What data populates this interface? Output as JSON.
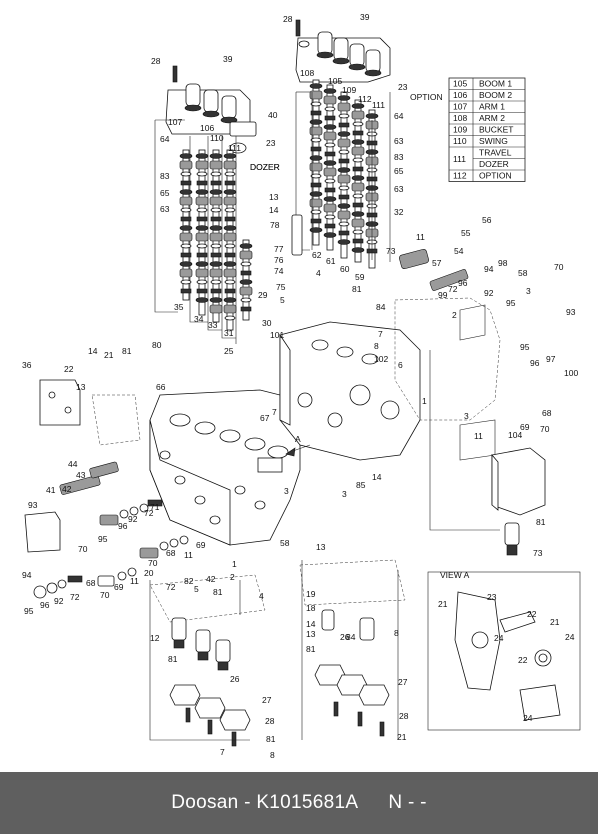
{
  "legend": {
    "rows": [
      {
        "code": "105",
        "name": "BOOM 1"
      },
      {
        "code": "106",
        "name": "BOOM 2"
      },
      {
        "code": "107",
        "name": "ARM 1"
      },
      {
        "code": "108",
        "name": "ARM 2"
      },
      {
        "code": "109",
        "name": "BUCKET"
      },
      {
        "code": "110",
        "name": "SWING"
      },
      {
        "code": "111",
        "name": "TRAVEL"
      },
      {
        "code": "111",
        "name": "DOZER"
      },
      {
        "code": "112",
        "name": "OPTION"
      }
    ]
  },
  "labels": {
    "option": "OPTION",
    "dozer": "DOZER",
    "view_a": "VIEW A",
    "arrow_a": "A"
  },
  "callouts": [
    "28",
    "39",
    "28",
    "39",
    "40",
    "23",
    "107",
    "106",
    "110",
    "111",
    "64",
    "83",
    "65",
    "63",
    "DOZER",
    "108",
    "105",
    "109",
    "112",
    "111",
    "64",
    "63",
    "83",
    "65",
    "63",
    "32",
    "62",
    "61",
    "60",
    "59",
    "23",
    "13",
    "14",
    "78",
    "77",
    "76",
    "74",
    "75",
    "4",
    "5",
    "81",
    "7",
    "84",
    "73",
    "11",
    "55",
    "54",
    "57",
    "56",
    "58",
    "98",
    "94",
    "70",
    "93",
    "99",
    "72",
    "96",
    "95",
    "92",
    "3",
    "95",
    "97",
    "100",
    "96",
    "69",
    "68",
    "70",
    "2",
    "35",
    "34",
    "33",
    "31",
    "29",
    "30",
    "101",
    "36",
    "22",
    "13",
    "14",
    "21",
    "81",
    "80",
    "25",
    "66",
    "67",
    "7",
    "8",
    "102",
    "6",
    "1",
    "3",
    "11",
    "104",
    "81",
    "73",
    "44",
    "43",
    "42",
    "41",
    "93",
    "70",
    "95",
    "96",
    "92",
    "72",
    "71",
    "11",
    "69",
    "70",
    "68",
    "72",
    "82",
    "42",
    "5",
    "2",
    "1",
    "3",
    "58",
    "13",
    "14",
    "3",
    "85",
    "94",
    "95",
    "96",
    "92",
    "72",
    "68",
    "70",
    "69",
    "11",
    "20",
    "19",
    "18",
    "14",
    "13",
    "81",
    "84",
    "8",
    "4",
    "81",
    "12",
    "81",
    "26",
    "27",
    "28",
    "7",
    "8",
    "81",
    "26",
    "27",
    "28",
    "21",
    "21",
    "23",
    "22",
    "21",
    "24",
    "24",
    "22",
    "24"
  ],
  "footer": {
    "brand": "Doosan",
    "separator": "-",
    "part_number": "K1015681A",
    "extra": "N - -"
  }
}
